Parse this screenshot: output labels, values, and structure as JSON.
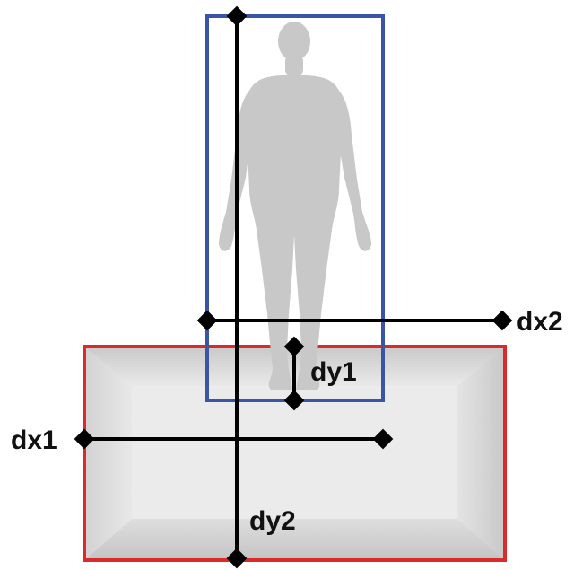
{
  "labels": {
    "dx1": "dx1",
    "dx2": "dx2",
    "dy1": "dy1",
    "dy2": "dy2"
  },
  "colors": {
    "person_box": "#3a55a4",
    "mat_box": "#d92b2b",
    "measure_lines": "#000000",
    "silhouette": "#c8c8c8",
    "mat_fill": "#e6e6e6"
  },
  "icons": {
    "figure": "human-silhouette-icon",
    "object": "mat-icon"
  }
}
